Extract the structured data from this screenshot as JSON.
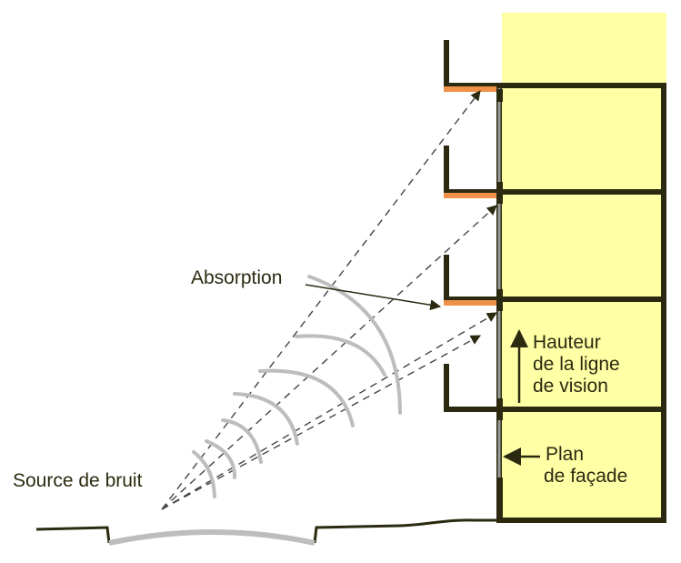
{
  "labels": {
    "source": "Source de bruit",
    "absorption": "Absorption",
    "sightline_height": [
      "Hauteur",
      "de la ligne",
      "de vision"
    ],
    "facade_plane": [
      "Plan",
      "de façade"
    ]
  },
  "colors": {
    "building_fill": "#ffffa6",
    "outline": "#2b2a10",
    "absorption": "#f0914a",
    "sound_wave": "#bdbdbd",
    "ray": "#444444"
  }
}
